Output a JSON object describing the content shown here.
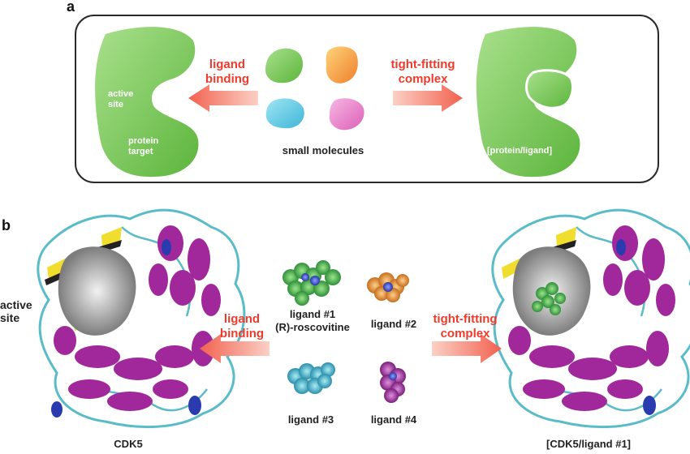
{
  "panel_a": {
    "label": "a",
    "left_arrow_label": [
      "ligand",
      "binding"
    ],
    "right_arrow_label": [
      "tight-fitting",
      "complex"
    ],
    "active_site": [
      "active",
      "site"
    ],
    "protein_target": [
      "protein",
      "target"
    ],
    "small_molecules": "small molecules",
    "complex_label": "[protein/ligand]",
    "colors": {
      "protein": "#7cc95a",
      "arrow": "#f47a6a",
      "blob_orange": "#f5a040",
      "blob_cyan": "#5cc7e0",
      "blob_pink": "#e77ac5",
      "blob_green": "#82cf60"
    }
  },
  "panel_b": {
    "label": "b",
    "left_arrow_label": [
      "ligand",
      "binding"
    ],
    "right_arrow_label": [
      "tight-fitting",
      "complex"
    ],
    "active_site": [
      "active",
      "site"
    ],
    "protein_name": "CDK5",
    "complex_name": "[CDK5/ligand #1]",
    "ligands": [
      {
        "name": "ligand #1",
        "subname": "(R)-roscovitine",
        "color": "#3ea84a"
      },
      {
        "name": "ligand #2",
        "subname": "",
        "color": "#e8963a"
      },
      {
        "name": "ligand #3",
        "subname": "",
        "color": "#3fb3c9"
      },
      {
        "name": "ligand #4",
        "subname": "",
        "color": "#b03aa8"
      }
    ],
    "colors": {
      "helix": "#a0289a",
      "coil": "#5bbcc9",
      "sheet": "#f1dd2e",
      "surface": "#b8b8b8"
    }
  }
}
